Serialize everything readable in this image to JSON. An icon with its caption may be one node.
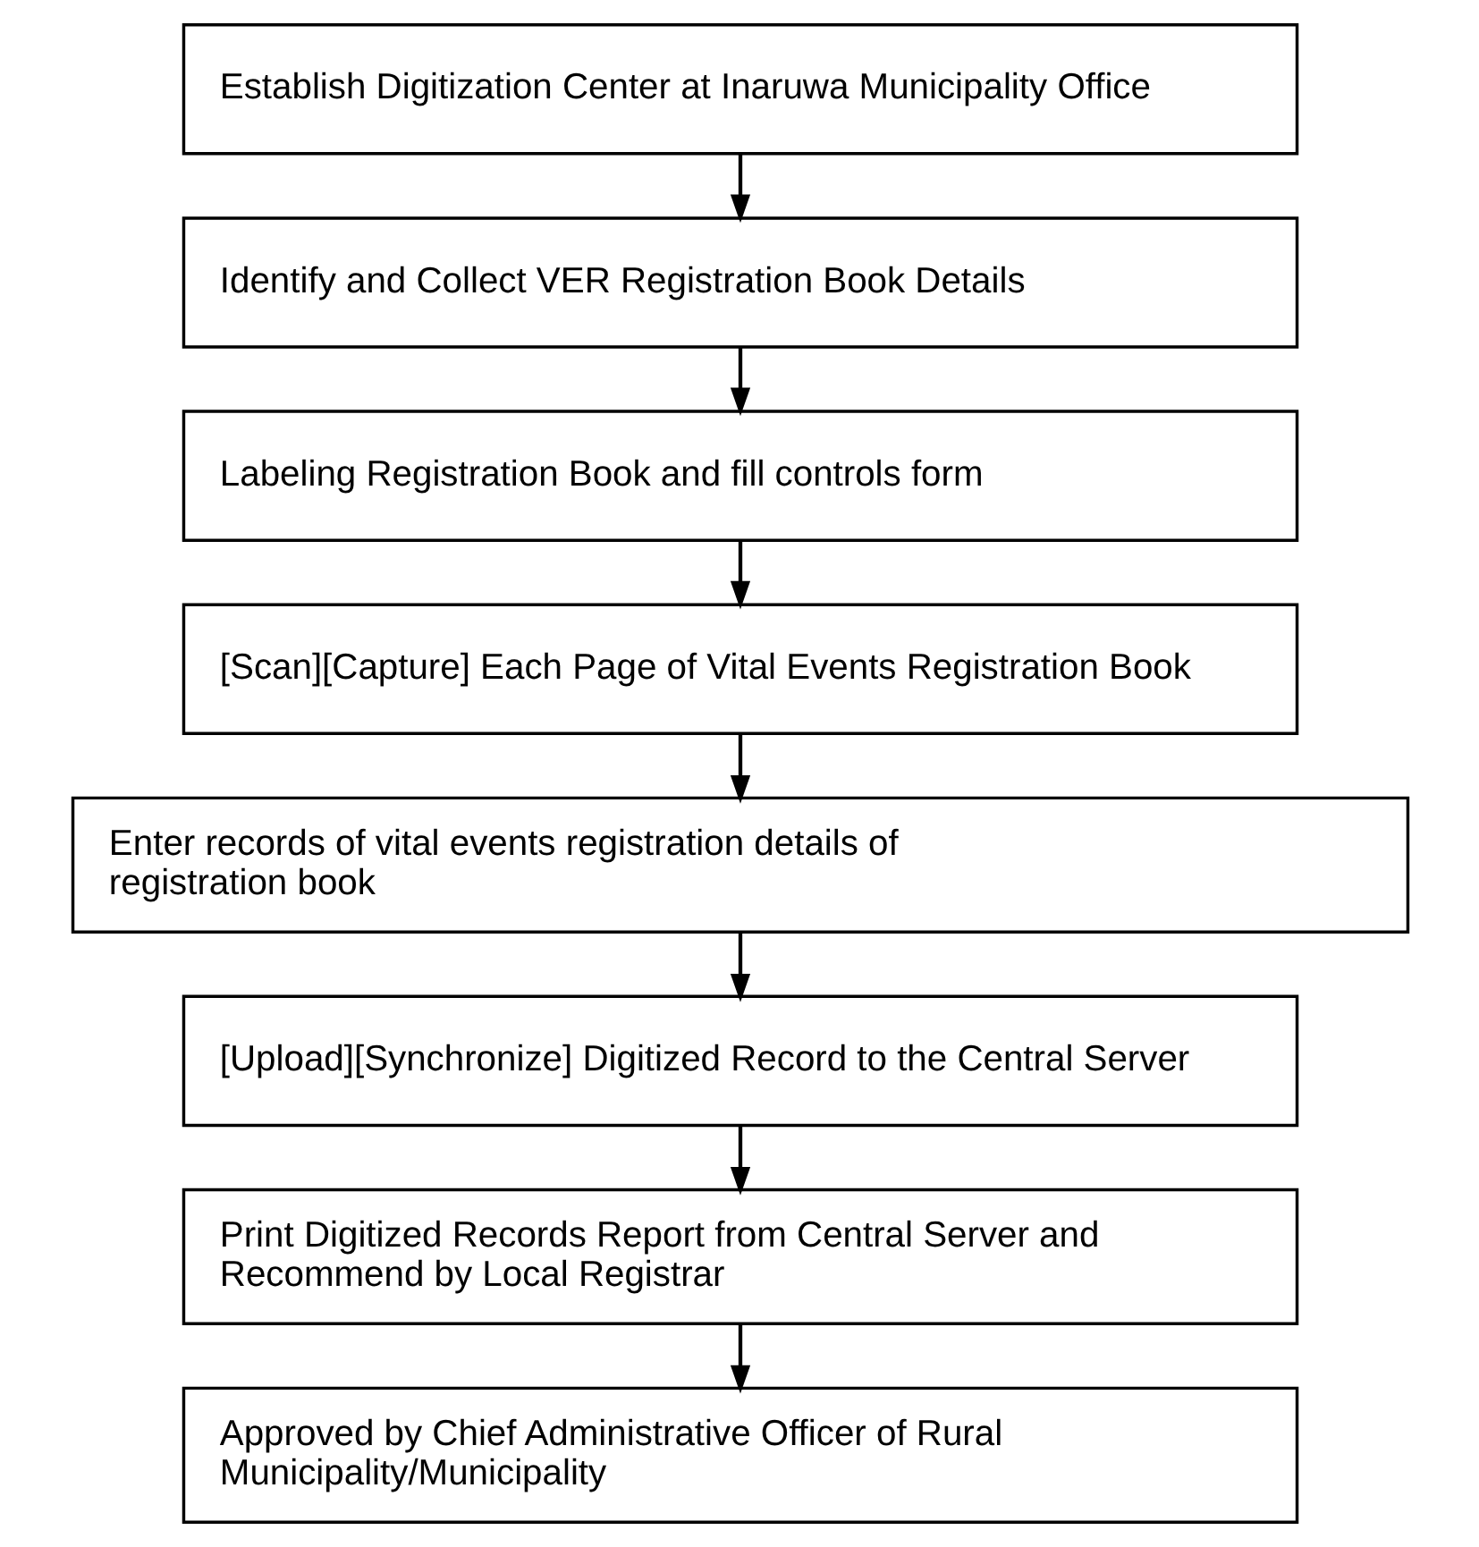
{
  "diagram": {
    "nodes": [
      {
        "text": [
          "Establish Digitization Center at Inaruwa Municipality Office"
        ]
      },
      {
        "text": [
          "Identify and Collect VER Registration Book Details"
        ]
      },
      {
        "text": [
          "Labeling Registration Book and fill controls form"
        ]
      },
      {
        "text": [
          "[Scan][Capture] Each Page of Vital Events Registration Book"
        ]
      },
      {
        "text": [
          "Enter records of vital events registration details of registration book"
        ]
      },
      {
        "text": [
          "[Upload][Synchronize] Digitized Record to the Central Server"
        ]
      },
      {
        "text": [
          "Print Digitized Records Report from Central Server and Recommend by Local Registrar"
        ]
      },
      {
        "text": [
          "Approved by Chief Administrative Officer of Rural Municipality/Municipality"
        ]
      }
    ],
    "edges": [
      {
        "from": 0,
        "to": 1,
        "arrow": "to"
      },
      {
        "from": 1,
        "to": 2,
        "arrow": "to"
      },
      {
        "from": 2,
        "to": 3,
        "arrow": "to"
      },
      {
        "from": 3,
        "to": 4,
        "arrow": "to"
      },
      {
        "from": 4,
        "to": 5,
        "arrow": "to"
      },
      {
        "from": 5,
        "to": 6,
        "arrow": "to"
      },
      {
        "from": 6,
        "to": 7,
        "arrow": "to"
      }
    ]
  }
}
